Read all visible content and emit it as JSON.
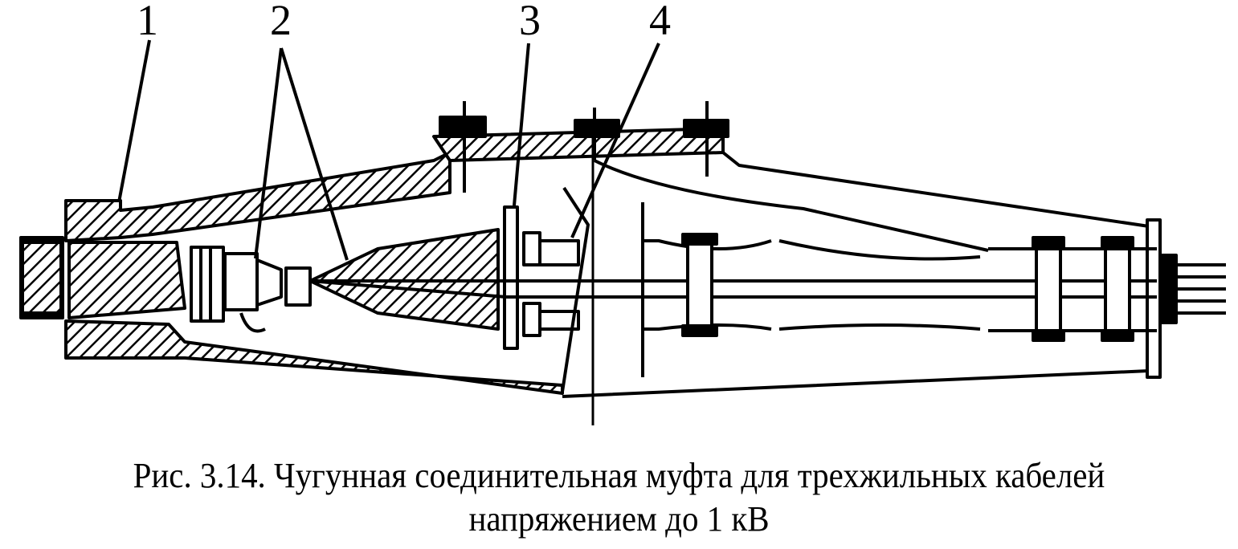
{
  "labels": [
    "1",
    "2",
    "3",
    "4"
  ],
  "caption": {
    "line1": "Рис. 3.14. Чугунная соединительная муфта для трехжильных кабелей",
    "line2": "напряжением до 1 кВ"
  }
}
